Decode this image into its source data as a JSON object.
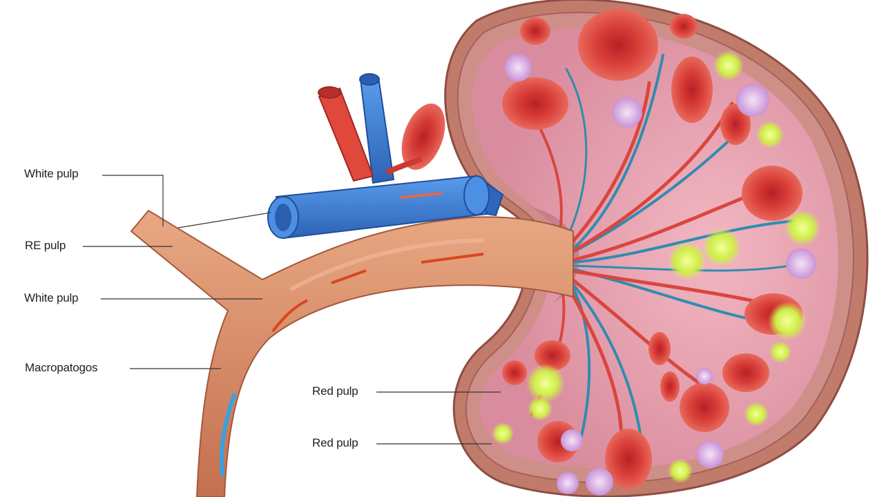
{
  "labels": [
    {
      "id": "white-pulp-1",
      "text": "White pulp"
    },
    {
      "id": "red-pulp-1",
      "text": "RE pulp"
    },
    {
      "id": "white-pulp-2",
      "text": "White pulp"
    },
    {
      "id": "macrophages",
      "text": "Macropatogos"
    },
    {
      "id": "red-pulp-2",
      "text": "Red pulp"
    },
    {
      "id": "red-pulp-3",
      "text": "Red pulp"
    }
  ],
  "colors": {
    "artery": "#e0483c",
    "vein": "#3d7fd6",
    "vessel_trunk": "#d98a63",
    "tissue": "#e9a1b0",
    "capsule": "#b97565",
    "red_cell": "#d63532",
    "lymph_cell": "#d8f05a",
    "white_cell": "#e2b9e8"
  }
}
